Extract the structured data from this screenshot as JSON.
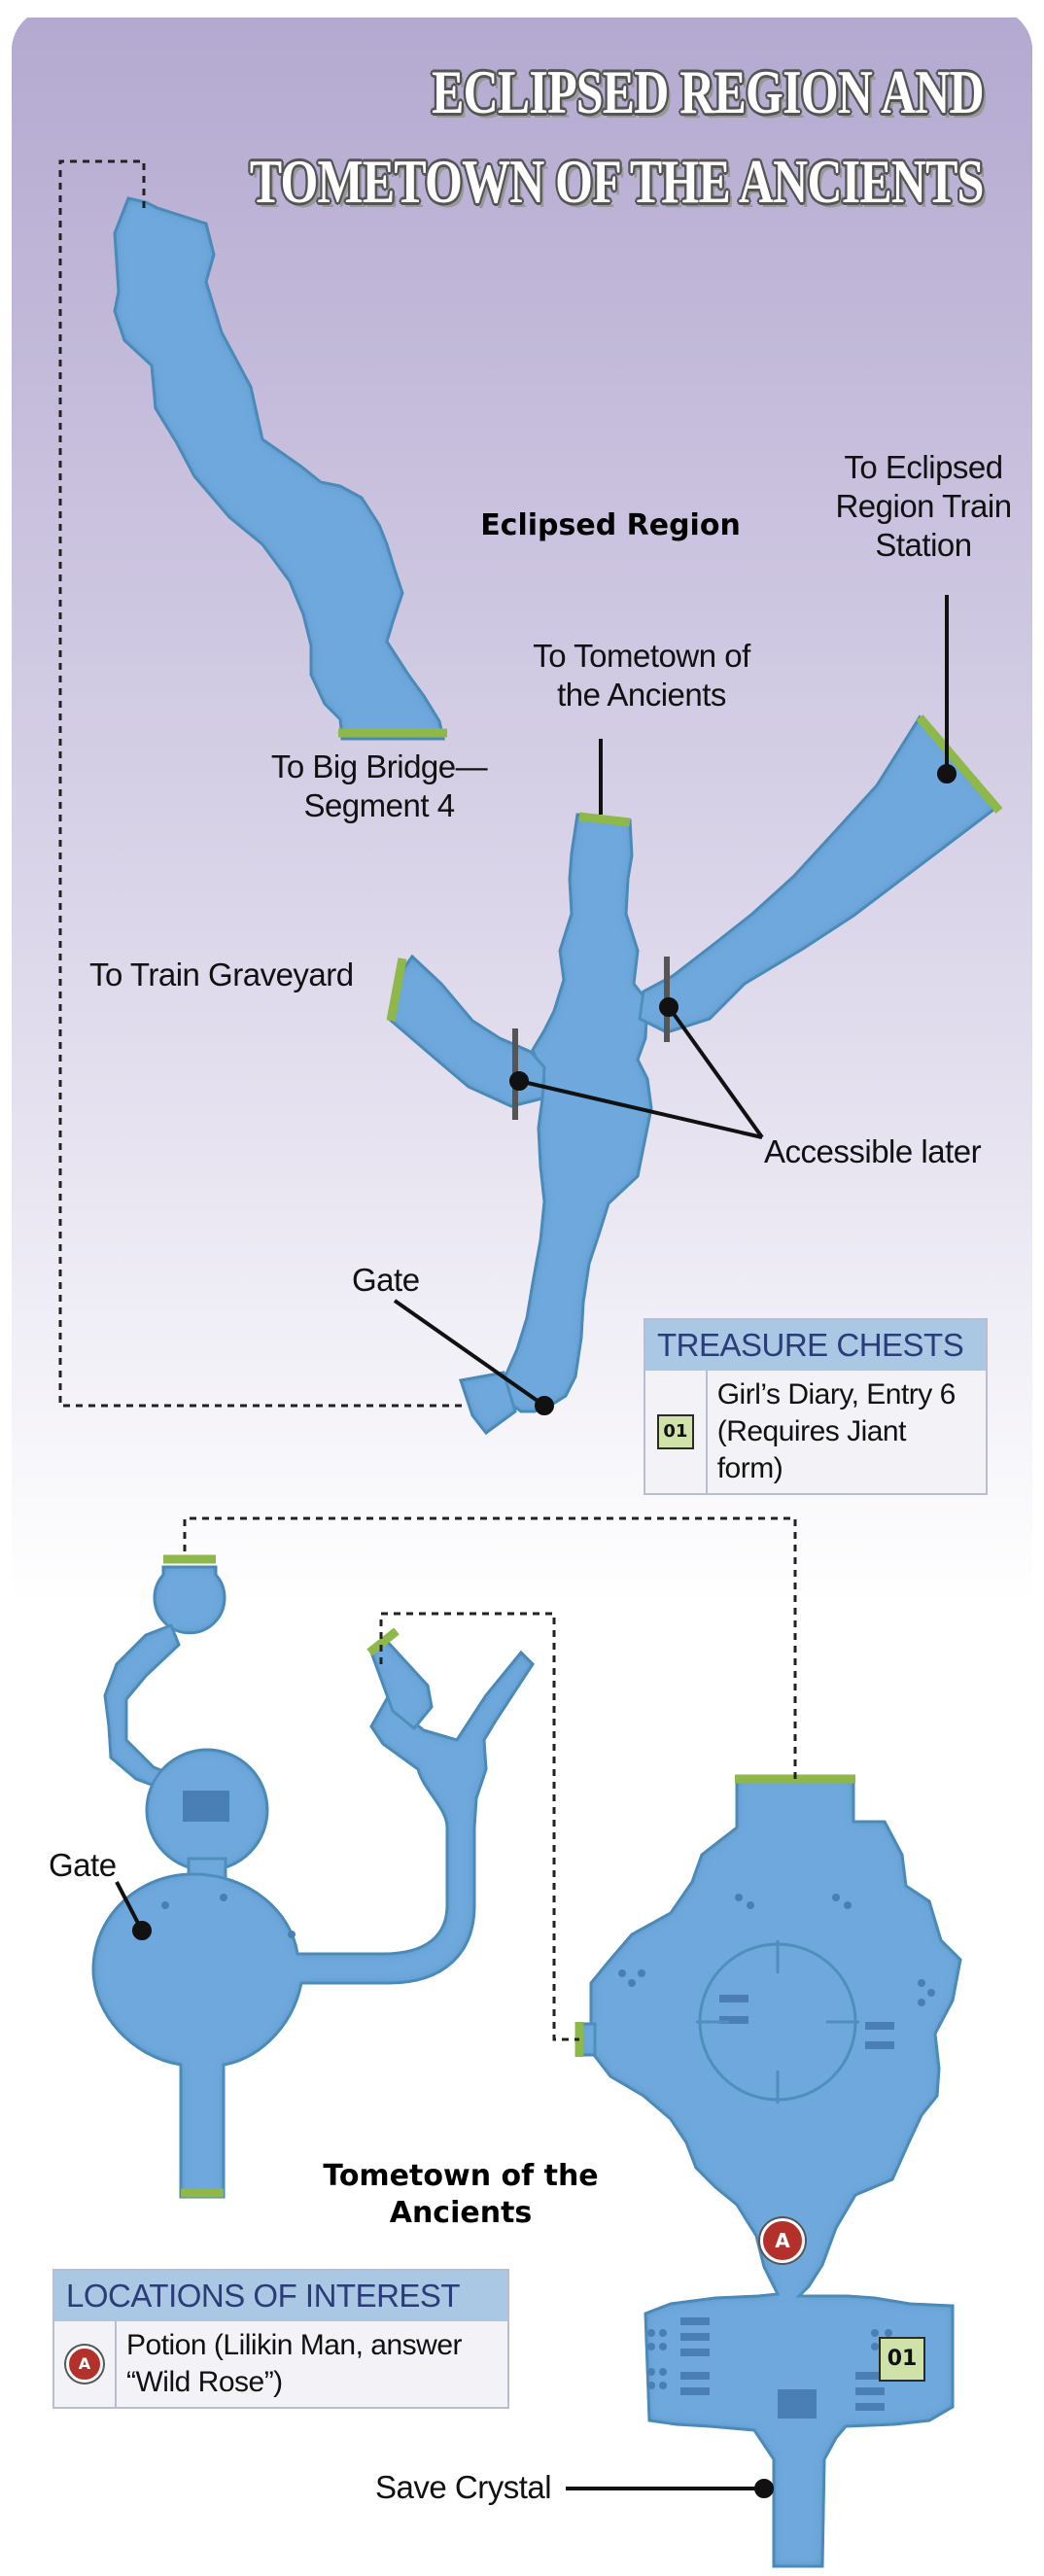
{
  "title": {
    "line1": "ECLIPSED REGION AND",
    "line2": "TOMETOWN OF THE ANCIENTS"
  },
  "regions": {
    "eclipsed": "Eclipsed Region",
    "tometown_1": "Tometown of the",
    "tometown_2": "Ancients"
  },
  "labels": {
    "big_bridge_1": "To Big Bridge—",
    "big_bridge_2": "Segment 4",
    "tometown_link_1": "To Tometown of",
    "tometown_link_2": "the Ancients",
    "train_station_1": "To Eclipsed",
    "train_station_2": "Region Train",
    "train_station_3": "Station",
    "train_graveyard": "To Train Graveyard",
    "accessible_later": "Accessible later",
    "gate_upper": "Gate",
    "gate_lower": "Gate",
    "save_crystal": "Save Crystal"
  },
  "treasure": {
    "header": "TREASURE CHESTS",
    "items": [
      {
        "id": "01",
        "line1": "Girl’s Diary, Entry 6",
        "line2": "(Requires Jiant form)"
      }
    ]
  },
  "locations": {
    "header": "LOCATIONS OF INTEREST",
    "items": [
      {
        "id": "A",
        "line1": "Potion (Lilikin Man, answer",
        "line2": "“Wild Rose”)"
      }
    ]
  },
  "markers": {
    "chest": "01",
    "location": "A"
  },
  "colors": {
    "room_fill": "#6ea8dc",
    "room_edge": "#4f8fbc",
    "exit_green": "#8fb84a",
    "bg_top": "#b8acd2",
    "bg_bottom": "#ffffff"
  },
  "icons": {
    "chest": "treasure-chest-marker",
    "location": "location-marker"
  }
}
